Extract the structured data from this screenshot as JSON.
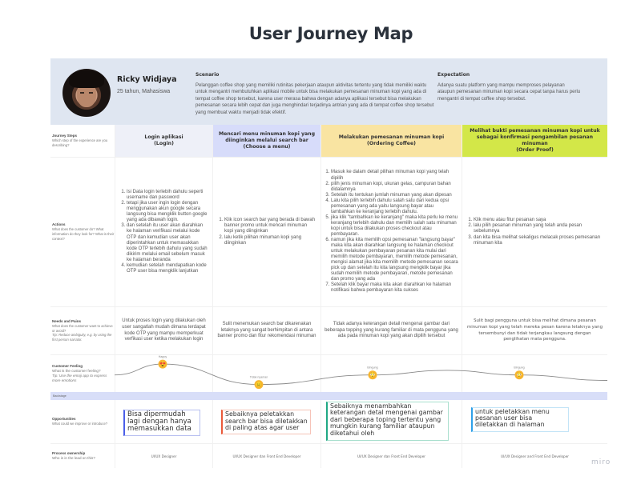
{
  "title": "User Journey Map",
  "persona": {
    "name": "Ricky Widjaya",
    "subtitle": "25 tahun, Mahasiswa",
    "scenario_heading": "Scenario",
    "scenario_text": "Pelanggan coffee shop yang memiliki rutinitas pekerjaan ataupun aktivitas tertentu yang tidak memiliki waktu untuk mengantri membutuhkan aplikasi mobile untuk bisa melakukan pemesanan minuman kopi yang ada di tempat coffee shop tersebut, karena user merasa bahwa dengan adanya aplikasi tersebut bisa melakukan pemesanan secara lebih cepat dan juga menghindari terjadinya antrian yang ada di tempat coffee shop tersebut yang membuat waktu menjadi tidak efektif.",
    "expectation_heading": "Expectation",
    "expectation_text": "Adanya suatu platform yang mampu memproses pelayanan ataupun pemesanan minuman kopi secara cepat tanpa harus perlu mengantri di tempat coffee shop tersebut."
  },
  "rows": {
    "steps": {
      "title": "Journey Steps",
      "desc": "Which step of the experience are you describing?"
    },
    "actions": {
      "title": "Actions",
      "desc": "What does the customer do? What information do they look for? What is their context?"
    },
    "needs": {
      "title": "Needs and Pains",
      "desc": "What does the customer want to achieve or avoid?",
      "tip": "Tip: Reduce ambiguity, e.g. by using the first person narrator."
    },
    "feeling": {
      "title": "Customer Feeling",
      "desc": "What is the customer feeling?",
      "tip": "Tip: Use the emoji app to express more emotions"
    },
    "backstage": {
      "title": "Backstage"
    },
    "opportunities": {
      "title": "Opportunities",
      "desc": "What could we improve or introduce?"
    },
    "ownership": {
      "title": "Process ownership",
      "desc": "Who is in the lead on this?"
    }
  },
  "stages": [
    {
      "step": "Login aplikasi\n(Login)",
      "color": "#eef0f8",
      "actions": [
        "Isi Data login terlebih dahulu seperti username dan password",
        " tetapi jika user ingin login dengan menggunakan akun google secara langsung bisa mengklik button google yang ada dibawah login.",
        "dan setelah itu user akan diarahkan ke halaman verifikasi melalui kode OTP dan kemudian user akan diperintahkan untuk memasukkan kode OTP terlebih dahulu yang sudah dikirim melalui email sebelum masuk ke halaman beranda",
        "kemudian setelah mendapatkan kode OTP user bisa mengklik lanjutkan"
      ],
      "needs": "Untuk proses login yang dilakukan oleh user sangatlah mudah dimana terdapat kode OTP yang mampu memperkuat verfikasi user ketika melakukan login",
      "opportunity": "Bisa dipermudah lagi dengan hanya memasukkan data",
      "owner": "UI/UX Designer"
    },
    {
      "step": "Mencari menu minuman kopi yang diinginkan melalui search bar\n(Choose a menu)",
      "color": "#d7dcfa",
      "actions": [
        "Klik icon search bar yang berada di bawah banner promo untuk mencari minuman kopi yang diinginkan",
        "lalu ketik pilihan minuman kopi yang diinginkan"
      ],
      "needs": "Sulit menemukan search bar dikarenakan letaknya yang sangat berhimpitan di antara banner promo dan fitur rekomendasi minuman",
      "opportunity": "Sebaiknya peletakkan search bar bisa diletakkan di paling atas agar user",
      "owner": "UI/UX Designer dan Front End Developer"
    },
    {
      "step": "Melakukan pemesanan minuman kopi\n(Ordering Coffee)",
      "color": "#f9e4a2",
      "actions": [
        "Masuk ke dalam detail pilihan minuman kopi yang telah dipilih",
        "pilih jenis minuman kopi, ukuran gelas, campuran bahan didalamnya",
        "Setelah itu tentukan jumlah minuman yang akan dipesan",
        "Lalu kita pilih terlebih dahulu salah satu dari kedua opsi pemesanan yang ada yaitu langsung bayar atau tambahkan ke keranjang terlebih dahulu.",
        "jika klik \"tambahkan ke keranjang\" maka kita perlu ke menu keranjang terlebih dahulu dan memilih salah satu minuman kopi untuk bisa dilakukan proses checkout atau pembayaran.",
        "namun jika kita memilih opsi pemesanan \"langsung bayar\" maka kita akan diarahkan langsung ke halaman checkout untuk melakukan pembayaran pesanan kita mulai dari memilih metode pembayaran, memilih metode pemesanan, mengisi alamat jika kita memilih metode pemesanan secara pick up dan setelah itu kita langsung mengklik bayar jika sudah memilih metode pembayaran, metode pemesanan dan promo yang ada",
        "Setelah klik bayar maka kita akan diarahkan ke halaman notifikasi bahwa pembayaran kita sukses"
      ],
      "needs": "Tidak adanya keterangan detail mengenai gambar dari beberapa topping yang kurang familiar di mata pengguna yang ada pada  minuman kopi yang akan dipilih tersebut",
      "opportunity": "Sebaiknya menambahkan keterangan detal mengenai gambar dari beberapa toping tertentu yang mungkin kurang familiar ataupun diketahui oleh",
      "owner": "UI/UX Designer dan Front End Developer"
    },
    {
      "step": "Melihat bukti pemesanan minuman kopi untuk sebagai konfirmasi pengambilan pesanan minuman\n(Order Proof)",
      "color": "#d3e748",
      "actions": [
        "Klik menu atau fitur pesanan saya",
        "lalu pilih pesanan minuman yang telah anda pesan sebelumnya",
        "dan kita bisa melihat sekaligus melacak proses pemesanan minuman kita"
      ],
      "needs": "Sulit bagi pengguna untuk bisa melihat dimana pesanan minuman kopi yang telah mereka pesan karena letaknya yang tersembunyi dan tidak terjangkau langsung dengan penglihatan mata pengguna.",
      "opportunity": "untuk peletakkan menu pesanan user bisa diletakkan di halaman",
      "owner": "UI/UX Designer and Front End Developer"
    }
  ],
  "feelings": [
    {
      "label": "Happy",
      "emoji": "😍",
      "stage": 1,
      "level": 0.85
    },
    {
      "label": "Tidak nyaman",
      "emoji": "😑",
      "stage": 2,
      "level": 0.1
    },
    {
      "label": "Bingung",
      "emoji": "😳",
      "stage": 3,
      "level": 0.45
    },
    {
      "label": "Bingung",
      "emoji": "😳",
      "stage": 4,
      "level": 0.45
    }
  ],
  "watermark": "miro"
}
